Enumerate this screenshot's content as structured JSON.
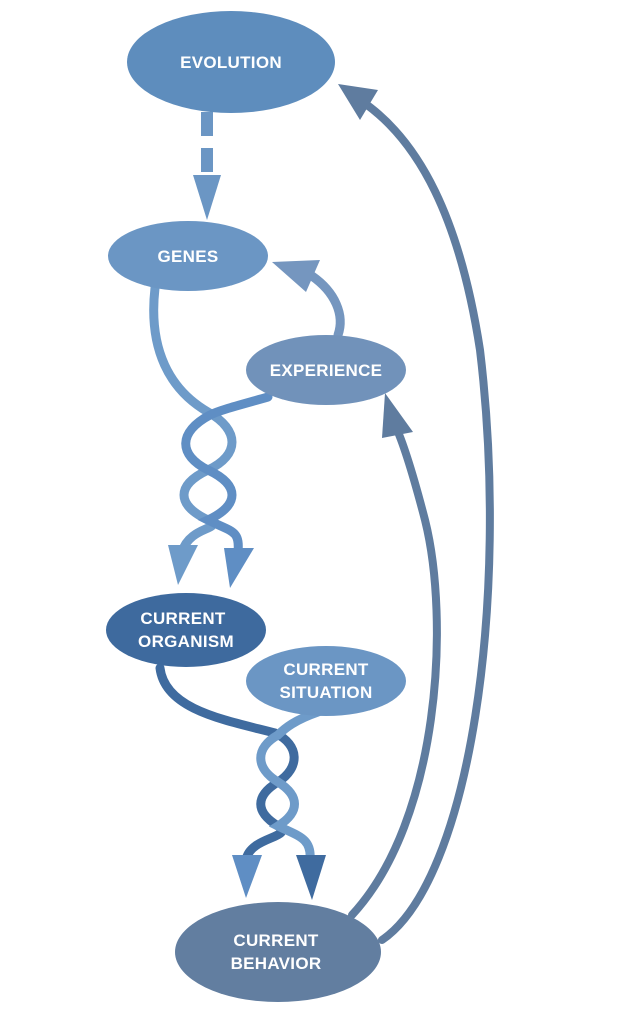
{
  "nodes": {
    "evolution": {
      "lines": [
        "EVOLUTION"
      ],
      "color": "#5e8dbd"
    },
    "genes": {
      "lines": [
        "GENES"
      ],
      "color": "#6b96c4"
    },
    "experience": {
      "lines": [
        "EXPERIENCE"
      ],
      "color": "#7192ba"
    },
    "organism": {
      "lines": [
        "CURRENT",
        "ORGANISM"
      ],
      "color": "#3e6a9e"
    },
    "situation": {
      "lines": [
        "CURRENT",
        "SITUATION"
      ],
      "color": "#6b96c4"
    },
    "behavior": {
      "lines": [
        "CURRENT",
        "BEHAVIOR"
      ],
      "color": "#627ea0"
    }
  },
  "edges": [
    {
      "from": "evolution",
      "to": "genes",
      "style": "dashed"
    },
    {
      "from": "experience",
      "to": "genes",
      "style": "solid"
    },
    {
      "from": "genes",
      "to": "organism",
      "style": "braid"
    },
    {
      "from": "experience",
      "to": "organism",
      "style": "braid"
    },
    {
      "from": "organism",
      "to": "behavior",
      "style": "braid"
    },
    {
      "from": "situation",
      "to": "behavior",
      "style": "braid"
    },
    {
      "from": "behavior",
      "to": "experience",
      "style": "solid"
    },
    {
      "from": "behavior",
      "to": "evolution",
      "style": "solid"
    }
  ],
  "colors": {
    "light_flow": "#6e9bc9",
    "mid_flow": "#5a86b8",
    "dark_flow": "#3f6b9f",
    "feedback": "#5f7c9f"
  }
}
